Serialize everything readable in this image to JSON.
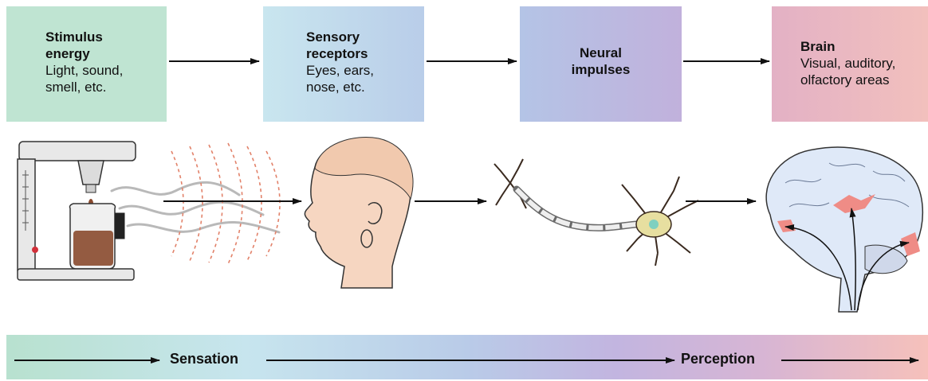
{
  "boxes": {
    "stimulus": {
      "title_line1": "Stimulus",
      "title_line2": "energy",
      "detail_line1": "Light, sound,",
      "detail_line2": "smell, etc."
    },
    "receptors": {
      "title_line1": "Sensory",
      "title_line2": "receptors",
      "detail_line1": "Eyes, ears,",
      "detail_line2": "nose, etc."
    },
    "neural": {
      "title_line1": "Neural",
      "title_line2": "impulses"
    },
    "brain": {
      "title_line1": "Brain",
      "detail_line1": "Visual, auditory,",
      "detail_line2": "olfactory areas"
    }
  },
  "flow": {
    "sensation": "Sensation",
    "perception": "Perception"
  },
  "colors": {
    "arrow": "#111111",
    "coffee": "#8a4a2e",
    "skin": "#f6d6c1",
    "brain_fill": "#dfe9f8",
    "brain_area": "#ef8c86",
    "neuron_body": "#e7dfa0",
    "smell_dash": "#e2826a"
  }
}
